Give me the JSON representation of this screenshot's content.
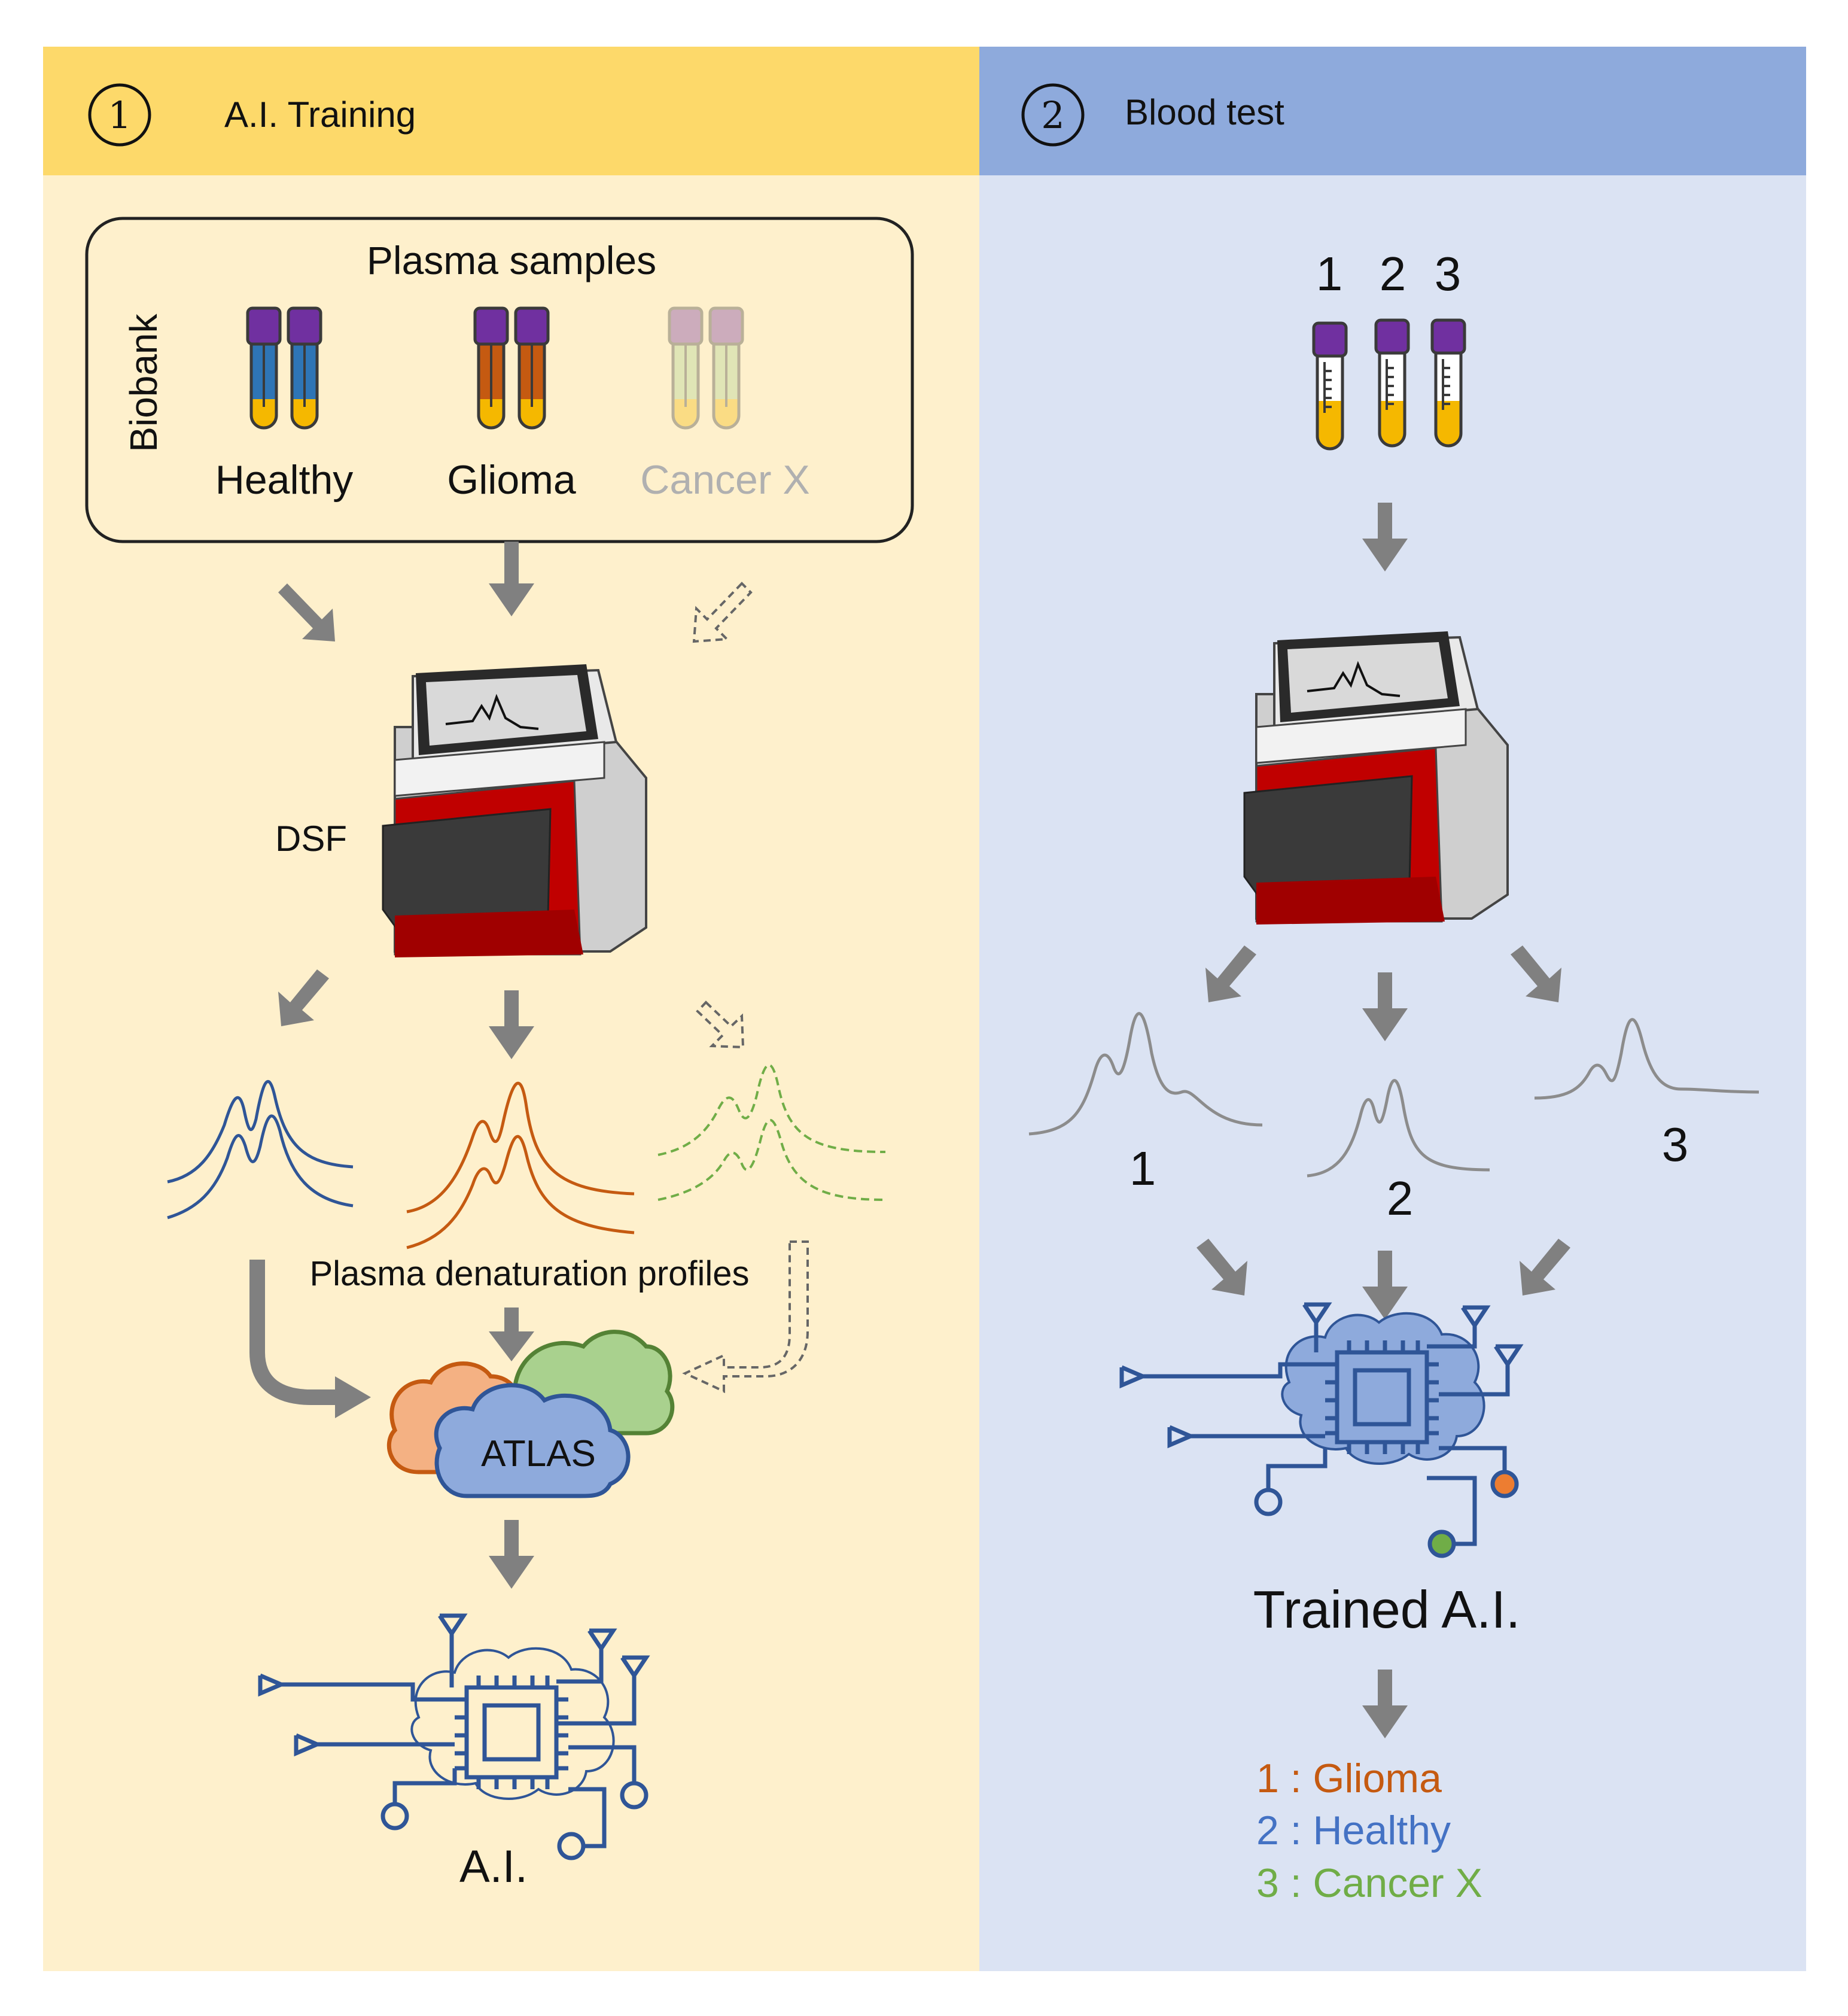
{
  "panels": {
    "training": {
      "number": "1",
      "title": "A.I. Training",
      "header_color": "#fdd96a",
      "body_color": "#fef0cc"
    },
    "test": {
      "number": "2",
      "title": "Blood test",
      "header_color": "#8eaadc",
      "body_color": "#dbe3f3"
    }
  },
  "biobank": {
    "side_label": "Biobank",
    "title": "Plasma samples",
    "groups": [
      {
        "label": "Healthy",
        "liquid_color": "#2e75b6"
      },
      {
        "label": "Glioma",
        "liquid_color": "#c55a11"
      },
      {
        "label": "Cancer X",
        "liquid_color": "#a9d18e"
      }
    ]
  },
  "instrument_label": "DSF",
  "profiles_label": "Plasma denaturation profiles",
  "atlas_label": "ATLAS",
  "ai_label": "A.I.",
  "test_tubes": [
    "1",
    "2",
    "3"
  ],
  "test_curves": [
    "1",
    "2",
    "3"
  ],
  "trained_ai_label": "Trained A.I.",
  "results": [
    {
      "text": "1 : Glioma",
      "color": "#c55a11"
    },
    {
      "text": "2 : Healthy",
      "color": "#4472c4"
    },
    {
      "text": "3 : Cancer X",
      "color": "#70ad47"
    }
  ],
  "colors": {
    "arrow": "#808080",
    "healthy": "#2f5597",
    "glioma": "#c55a11",
    "cancer_x": "#70ad47",
    "chip": "#2f5597",
    "cap": "#7030a0",
    "plasma": "#f5b800"
  }
}
